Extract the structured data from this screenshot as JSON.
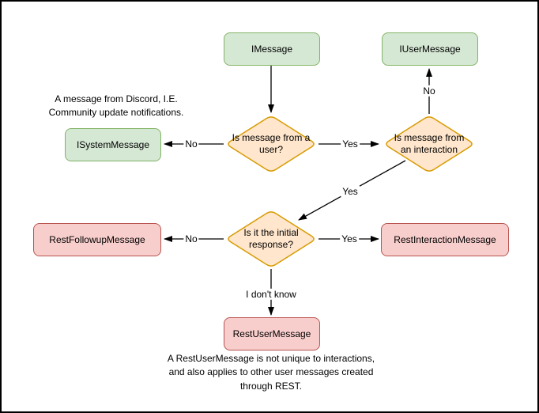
{
  "colors": {
    "background": "#ffffff",
    "border": "#000000",
    "line": "#000000",
    "green_fill": "#d5e8d4",
    "green_stroke": "#82b366",
    "orange_fill": "#ffe6cc",
    "orange_stroke": "#d79b00",
    "red_fill": "#f8cecc",
    "red_stroke": "#b85450"
  },
  "nodes": {
    "imessage": {
      "label": "IMessage"
    },
    "iusermessage": {
      "label": "IUserMessage"
    },
    "isystemmessage": {
      "label": "ISystemMessage"
    },
    "restfollowupmessage": {
      "label": "RestFollowupMessage"
    },
    "restinteractionmessage": {
      "label": "RestInteractionMessage"
    },
    "restusermessage": {
      "label": "RestUserMessage"
    }
  },
  "decisions": {
    "from_user": {
      "label": "Is message from a user?"
    },
    "from_interaction": {
      "label": "Is message from an interaction"
    },
    "initial_response": {
      "label": "Is it the initial response?"
    }
  },
  "edge_labels": {
    "user_no": "No",
    "user_yes": "Yes",
    "interaction_no": "No",
    "interaction_yes": "Yes",
    "initial_no": "No",
    "initial_yes": "Yes",
    "initial_unknown": "I don't know"
  },
  "annotations": {
    "system_note": "A message from Discord, I.E.\nCommunity update notifications.",
    "rest_note": "A RestUserMessage is not unique to interactions,\nand also applies to other user messages created\nthrough REST."
  }
}
